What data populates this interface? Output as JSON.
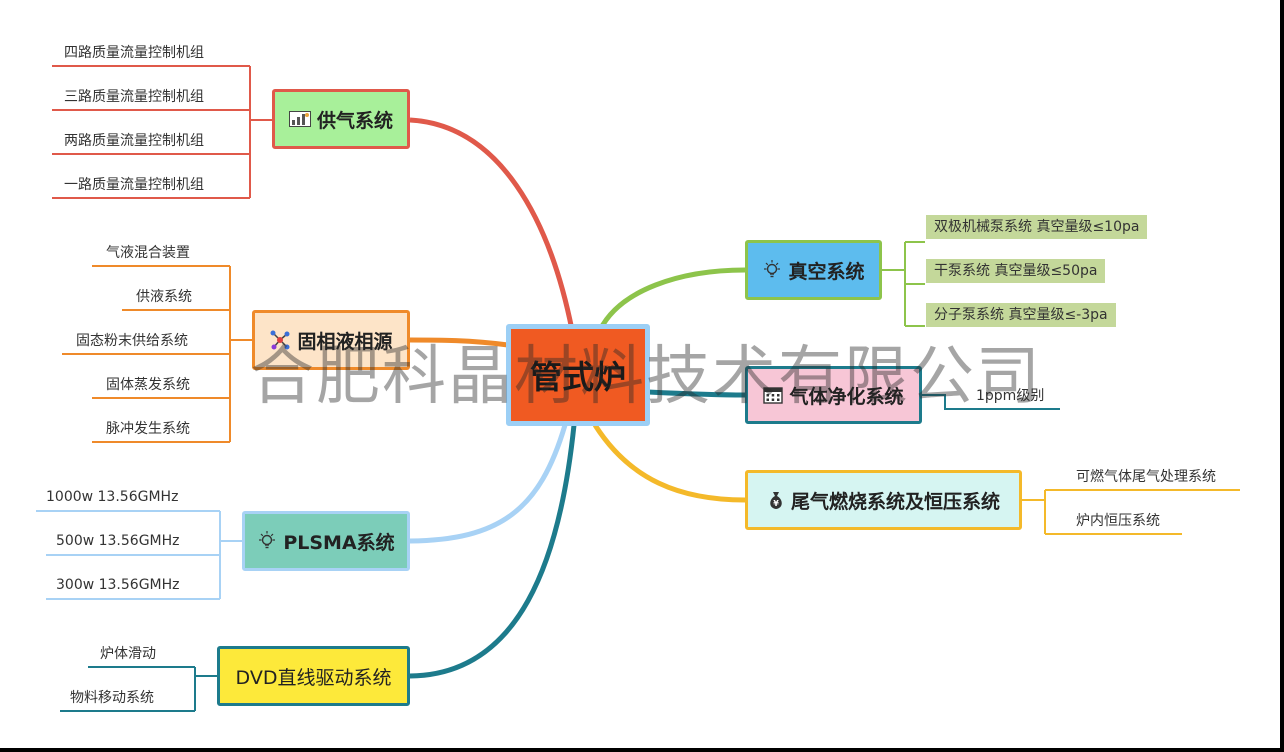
{
  "center": {
    "label": "管式炉",
    "fill": "#f05a22",
    "border": "#9ccff5"
  },
  "branches": {
    "gas_supply": {
      "label": "供气系统",
      "icon": "chart-icon",
      "fill": "#a8f09a",
      "border": "#e0594a",
      "line": "#e0594a",
      "items": [
        "四路质量流量控制机组",
        "三路质量流量控制机组",
        "两路质量流量控制机组",
        "一路质量流量控制机组"
      ]
    },
    "solid_liquid": {
      "label": "固相液相源",
      "icon": "molecule-icon",
      "fill": "#fde4c8",
      "border": "#ef8a2a",
      "line": "#ef8a2a",
      "items": [
        "气液混合装置",
        "供液系统",
        "固态粉末供给系统",
        "固体蒸发系统",
        "脉冲发生系统"
      ]
    },
    "plasma": {
      "label": "PLSMA系统",
      "icon": "lightbulb-icon",
      "fill": "#7ccdb9",
      "border": "#a8d2f5",
      "line": "#a8d2f5",
      "items": [
        "1000w 13.56GMHz",
        "500w 13.56GMHz",
        "300w 13.56GMHz"
      ]
    },
    "drive": {
      "label": "DVD直线驱动系统",
      "fill": "#fde93a",
      "border": "#1d7b8c",
      "line": "#1d7b8c",
      "items": [
        "炉体滑动",
        "物料移动系统"
      ]
    },
    "vacuum": {
      "label": "真空系统",
      "icon": "lightbulb-icon",
      "fill": "#5dbcee",
      "border": "#8dc44b",
      "line": "#8dc44b",
      "leaf_fill": "#c4d89a",
      "items": [
        "双极机械泵系统  真空量级≤10pa",
        "干泵系统 真空量级≤50pa",
        "分子泵系统 真空量级≤-3pa"
      ]
    },
    "purify": {
      "label": "气体净化系统",
      "icon": "calendar-icon",
      "fill": "#f7c6d6",
      "border": "#1d7b8c",
      "line": "#1d7b8c",
      "items": [
        "1ppm级别"
      ]
    },
    "exhaust": {
      "label": "尾气燃烧系统及恒压系统",
      "icon": "money-bag-icon",
      "fill": "#d6f5f2",
      "border": "#f4b92a",
      "line": "#f4b92a",
      "items": [
        "可燃气体尾气处理系统",
        "炉内恒压系统"
      ]
    }
  },
  "watermark": "合肥科晶材料技术有限公司"
}
